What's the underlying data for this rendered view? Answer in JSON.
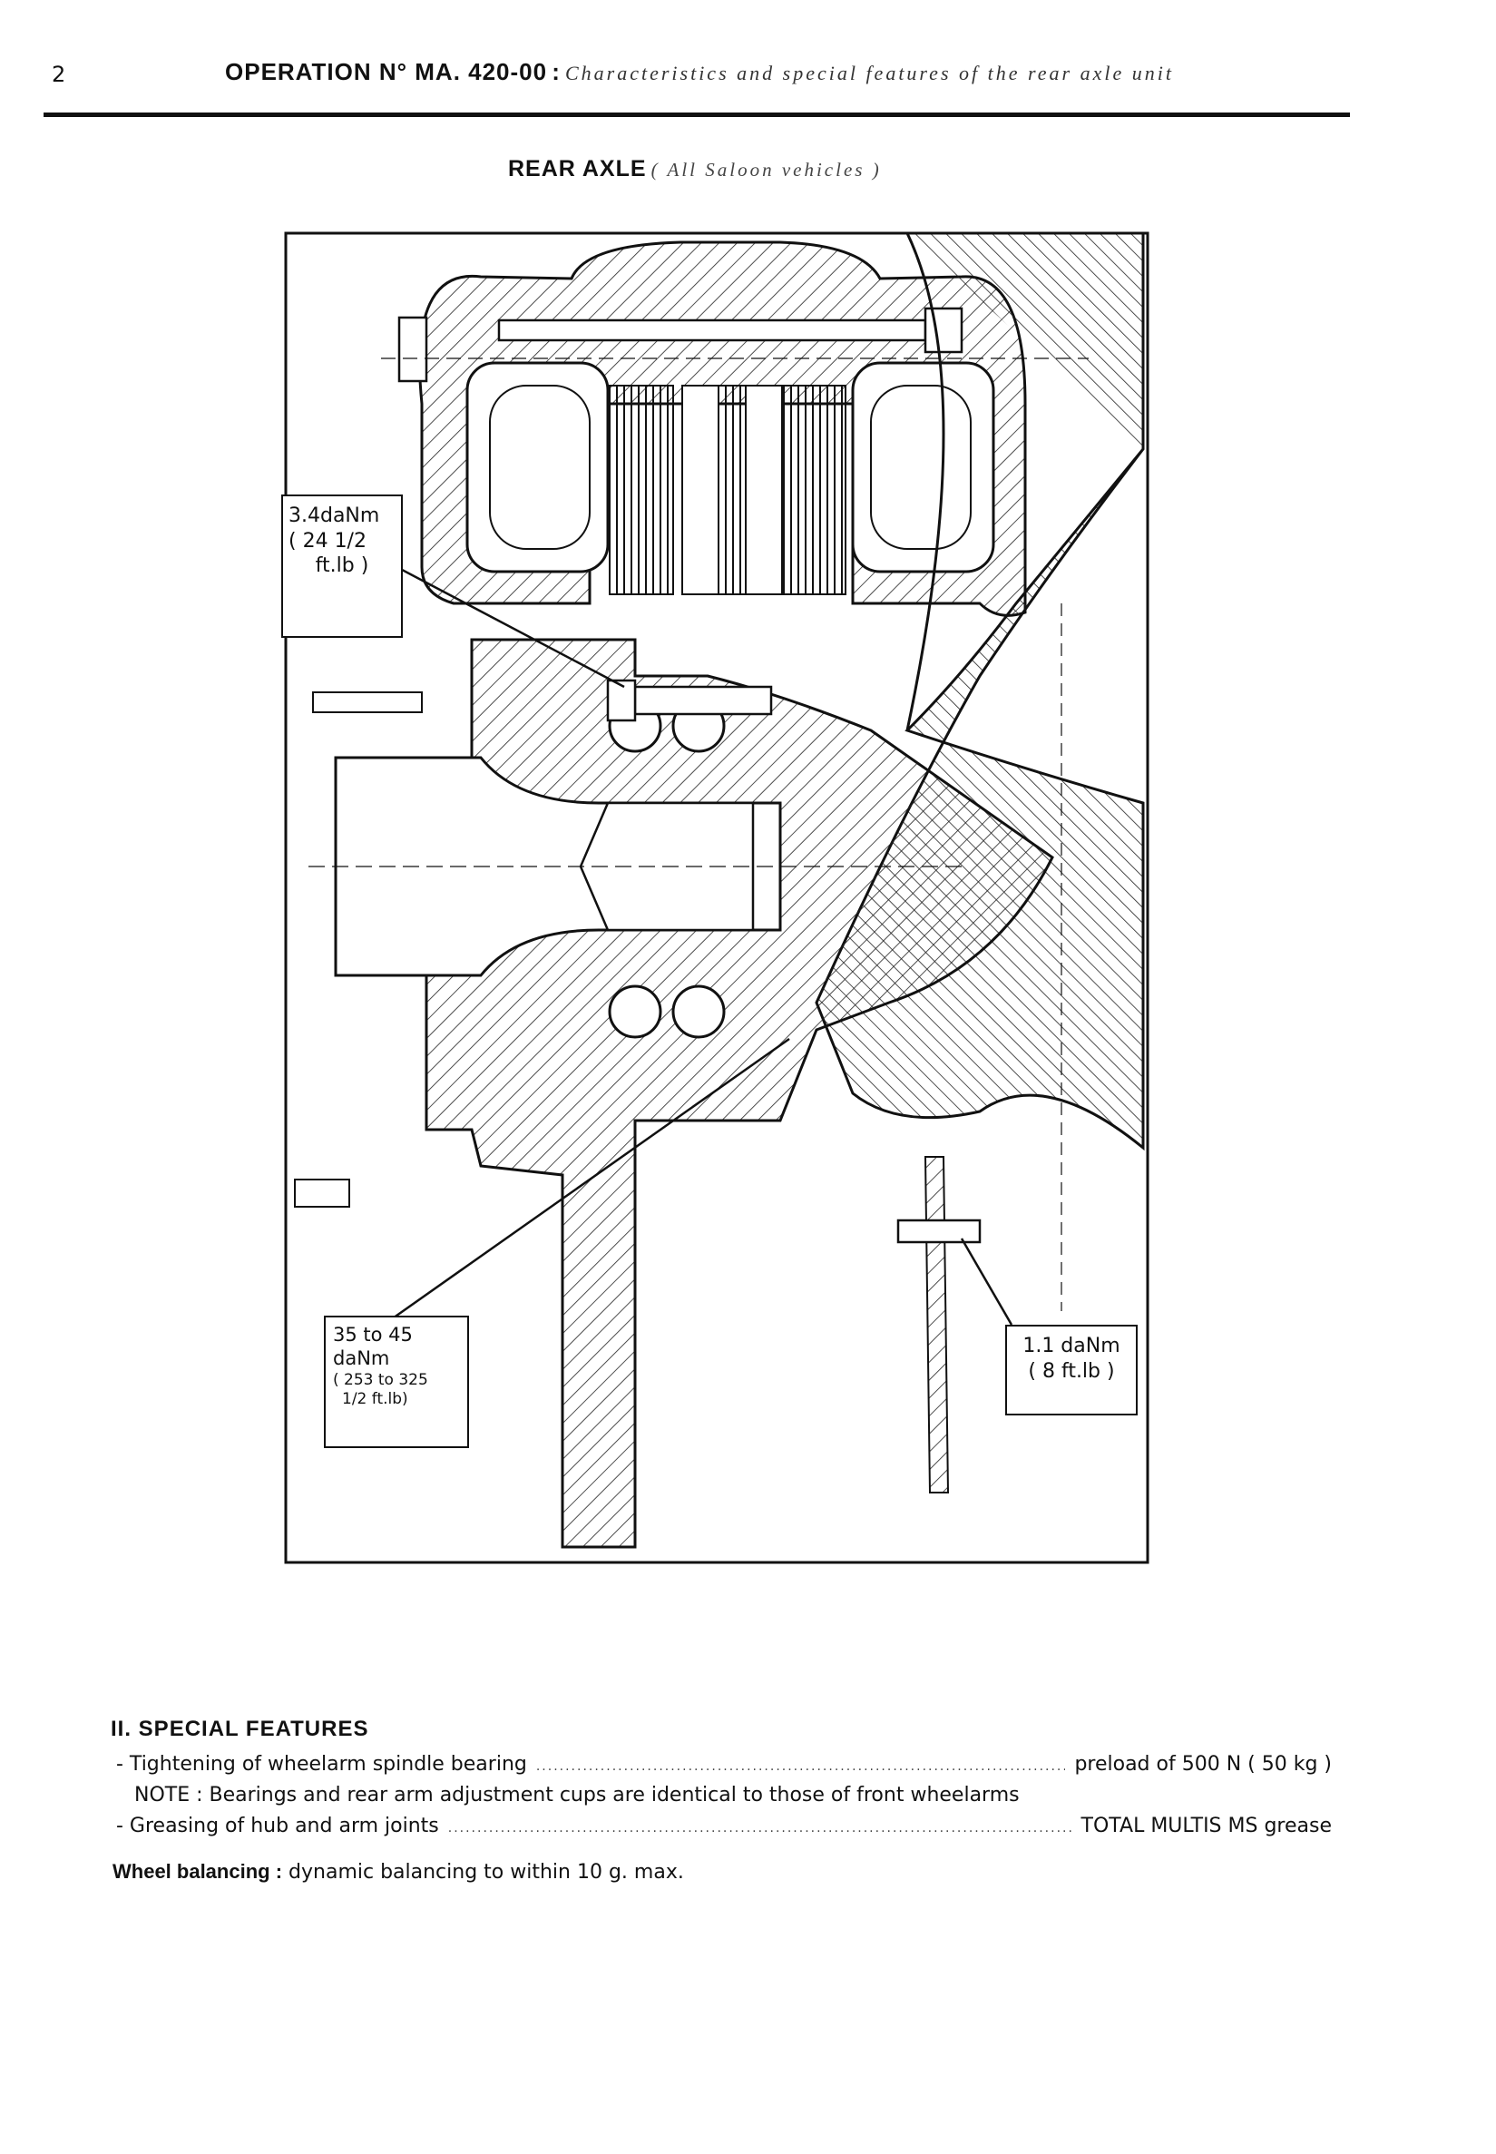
{
  "page": {
    "number": "2",
    "operation": "OPERATION N° MA. 420-00",
    "separator": ":",
    "subtitle": "Characteristics and special features of the rear axle unit"
  },
  "diagram": {
    "title": "REAR AXLE",
    "subtitle": "( All Saloon vehicles )",
    "callouts": {
      "caliper_bolt": {
        "line1": "3.4daNm",
        "line2": "( 24 1/2",
        "line3": "ft.lb )"
      },
      "hub_nut": {
        "line1": "35 to 45",
        "line2": "daNm",
        "line3": "( 253 to 325",
        "line4": "1/2 ft.lb)"
      },
      "wheel_bolt": {
        "line1": "1.1 daNm",
        "line2": "( 8 ft.lb )"
      }
    }
  },
  "special_features": {
    "heading": "II. SPECIAL FEATURES",
    "items": [
      {
        "label": "- Tightening of wheelarm spindle bearing",
        "value": "preload of 500 N ( 50 kg )"
      },
      {
        "label": "- Greasing of hub and arm joints",
        "value": "TOTAL MULTIS MS grease"
      }
    ],
    "note": "NOTE : Bearings and rear arm adjustment cups are identical to those of front wheelarms"
  },
  "wheel_balancing": {
    "label": "Wheel balancing :",
    "value": "dynamic balancing to within 10 g. max."
  }
}
